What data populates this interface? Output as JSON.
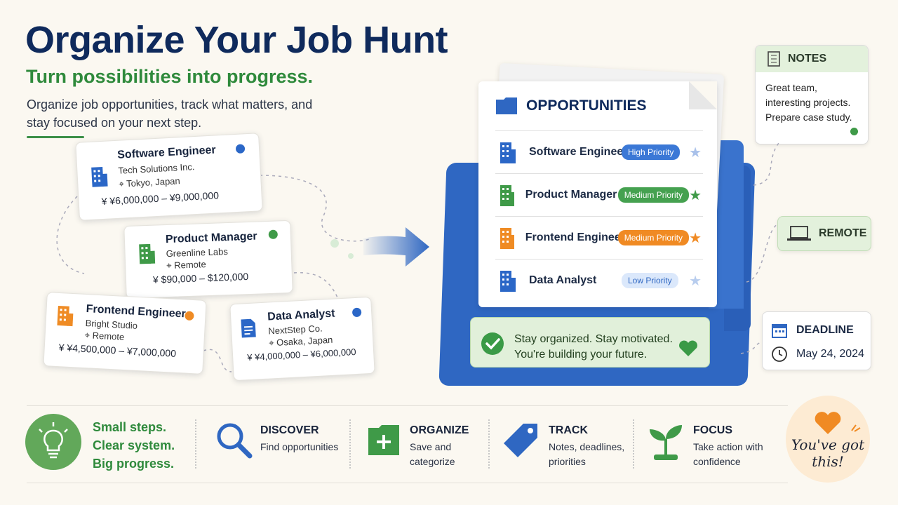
{
  "header": {
    "title": "Organize Your Job Hunt",
    "subtitle": "Turn possibilities into progress.",
    "description": "Organize job opportunities, track what matters, and stay focused on your next step."
  },
  "job_cards": [
    {
      "title": "Software Engineer",
      "company": "Tech Solutions Inc.",
      "location": "Tokyo, Japan",
      "salary": "¥6,000,000 – ¥9,000,000",
      "color": "#2b67c7",
      "icon": "building-icon"
    },
    {
      "title": "Product Manager",
      "company": "Greenline Labs",
      "location": "Remote",
      "salary": "$90,000 – $120,000",
      "color": "#3f9a48",
      "icon": "building-icon"
    },
    {
      "title": "Frontend Engineer",
      "company": "Bright Studio",
      "location": "Remote",
      "salary": "¥4,500,000 – ¥7,000,000",
      "color": "#ef8b24",
      "icon": "building-icon"
    },
    {
      "title": "Data Analyst",
      "company": "NextStep Co.",
      "location": "Osaka, Japan",
      "salary": "¥4,000,000 – ¥6,000,000",
      "color": "#2b67c7",
      "icon": "document-icon"
    }
  ],
  "opportunities": {
    "heading": "OPPORTUNITIES",
    "rows": [
      {
        "title": "Software Engineer",
        "priority": "High Priority",
        "badge_color": "#3b78d6",
        "star_color": "#a9c1ea",
        "icon_color": "#2b67c7"
      },
      {
        "title": "Product Manager",
        "priority": "Medium Priority",
        "badge_color": "#45a150",
        "star_color": "#3f9a48",
        "icon_color": "#3f9a48"
      },
      {
        "title": "Frontend Engineer",
        "priority": "Medium Priority",
        "badge_color": "#f08a23",
        "star_color": "#f08a23",
        "icon_color": "#ef8b24"
      },
      {
        "title": "Data Analyst",
        "priority": "Low Priority",
        "badge_color": "#dbe8fb",
        "star_color": "#b8cdee",
        "icon_color": "#2b67c7"
      }
    ],
    "banner_line1": "Stay organized. Stay motivated.",
    "banner_line2": "You're building your future."
  },
  "notes": {
    "heading": "NOTES",
    "text_lines": [
      "Great team,",
      "interesting projects.",
      "Prepare case study."
    ]
  },
  "remote": {
    "label": "REMOTE"
  },
  "deadline": {
    "heading": "DEADLINE",
    "date": "May 24, 2024"
  },
  "bottom": {
    "tagline": [
      "Small steps.",
      "Clear system.",
      "Big progress."
    ],
    "features": [
      {
        "heading": "DISCOVER",
        "text": "Find opportunities",
        "icon": "magnifier-icon"
      },
      {
        "heading": "ORGANIZE",
        "text": "Save and categorize",
        "icon": "folder-plus-icon"
      },
      {
        "heading": "TRACK",
        "text": "Notes, deadlines, priorities",
        "icon": "tag-icon"
      },
      {
        "heading": "FOCUS",
        "text": "Take action with confidence",
        "icon": "sprout-icon"
      }
    ],
    "encouragement_line1": "You've got",
    "encouragement_line2": "this!"
  },
  "colors": {
    "navy": "#0f2a5c",
    "green": "#2f8a3c",
    "blue": "#2f67c2",
    "orange": "#f08a23"
  }
}
